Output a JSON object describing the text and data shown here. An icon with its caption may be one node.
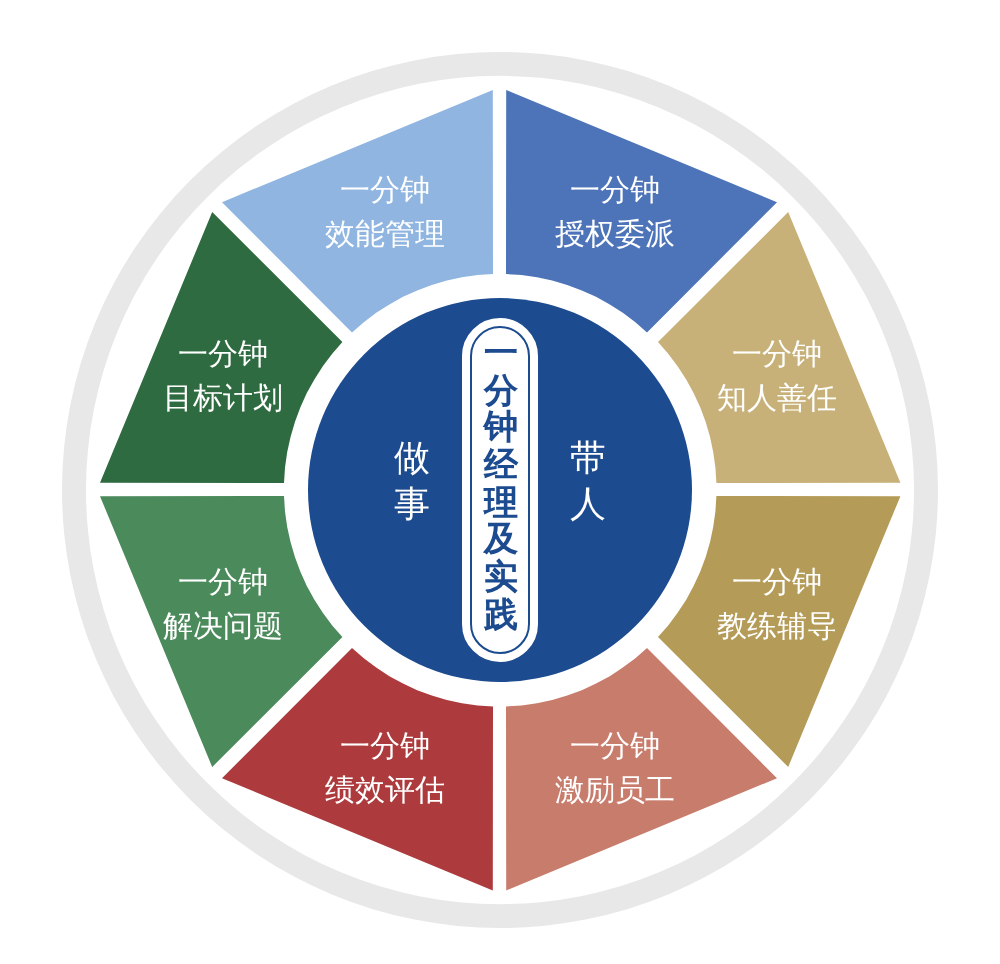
{
  "diagram": {
    "nodes": [
      {
        "text": [
          "做事",
          "带人"
        ]
      },
      {
        "text": [
          "一分钟经理及实践"
        ],
        "in": 0
      },
      {
        "text": [
          "一分钟",
          "效能管理"
        ]
      },
      {
        "text": [
          "一分钟",
          "授权委派"
        ]
      },
      {
        "text": [
          "一分钟",
          "知人善任"
        ]
      },
      {
        "text": [
          "一分钟",
          "教练辅导"
        ]
      },
      {
        "text": [
          "一分钟",
          "激励员工"
        ]
      },
      {
        "text": [
          "一分钟",
          "绩效评估"
        ]
      },
      {
        "text": [
          "一分钟",
          "解决问题"
        ]
      },
      {
        "text": [
          "一分钟",
          "目标计划"
        ]
      }
    ]
  }
}
